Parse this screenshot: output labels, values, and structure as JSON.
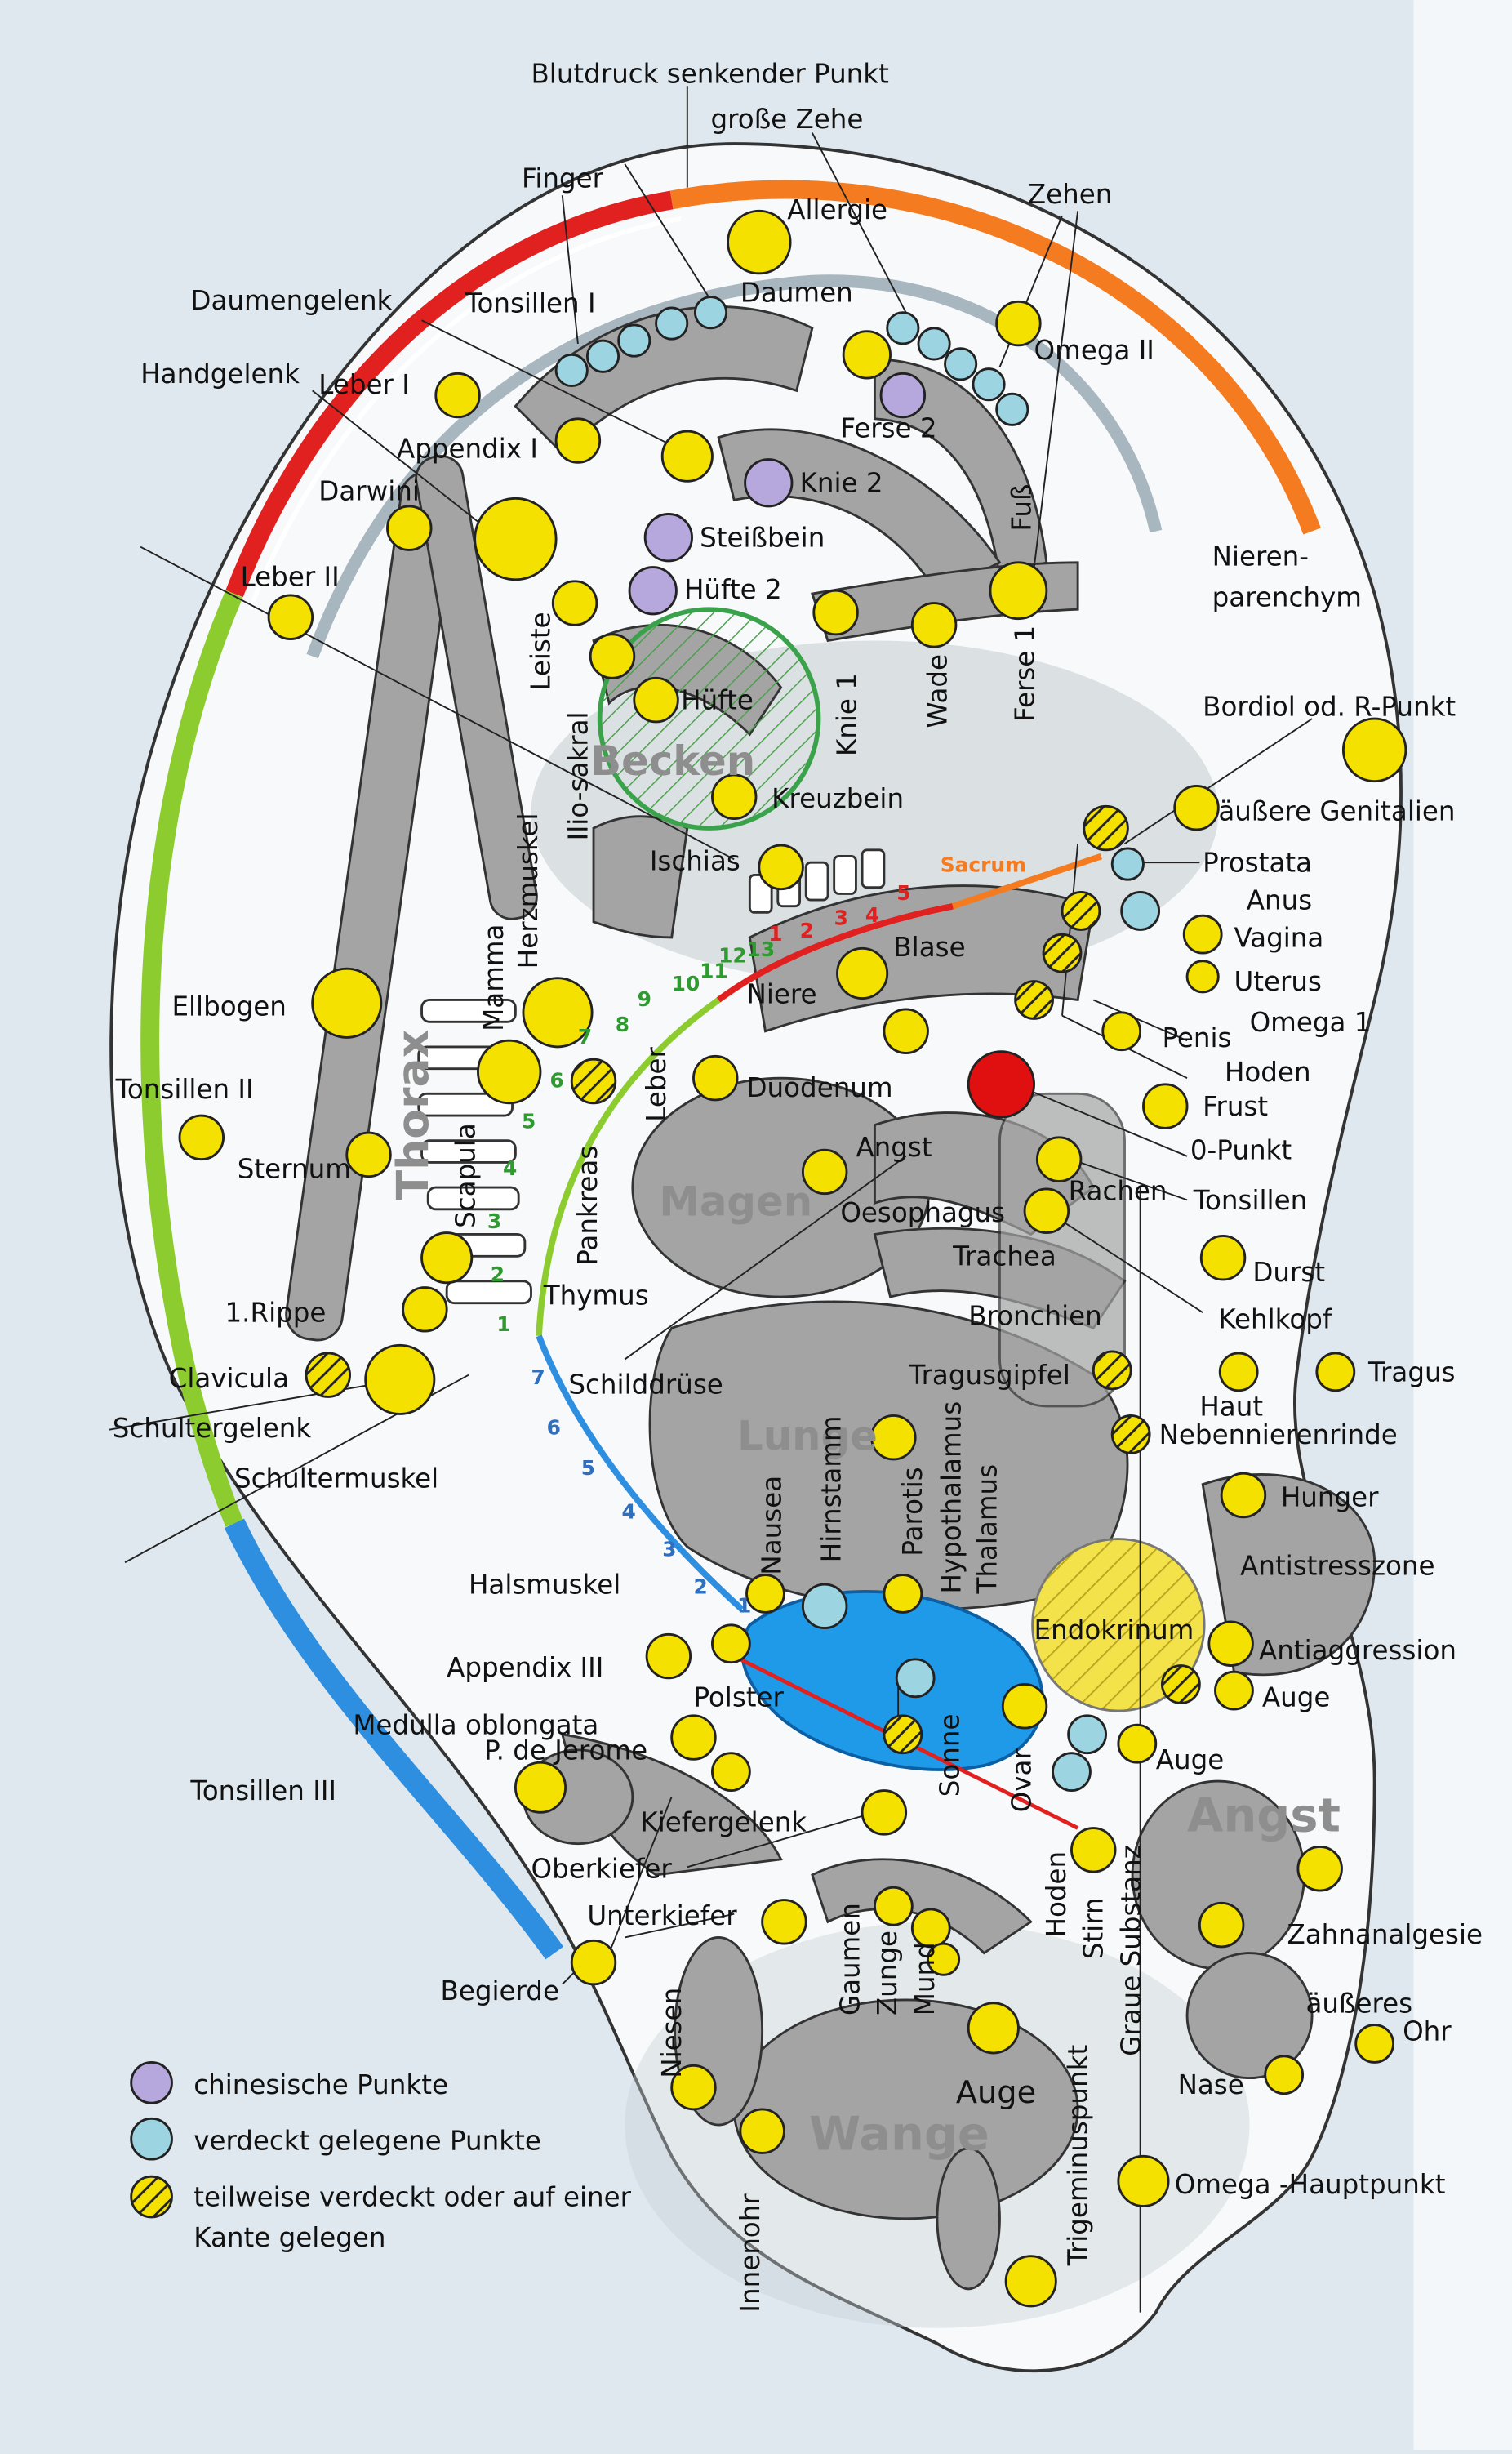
{
  "colors": {
    "point": "#f5e100",
    "point_outline": "#222222",
    "chinese": "#b6a8dc",
    "hidden": "#9dd4e2",
    "omega_point": "#e01010",
    "segment_red": "#e12020",
    "segment_orange": "#f47b20",
    "segment_green": "#8ccc2e",
    "segment_blue": "#2e8fe0",
    "structure_gray": "#a4a4a4",
    "lungs_blue": "#1f9ae8"
  },
  "labels": {
    "blutdruck": "Blutdruck senkender Punkt",
    "grosse_zehe": "große Zehe",
    "finger": "Finger",
    "zehen": "Zehen",
    "allergie": "Allergie",
    "daumengelenk": "Daumengelenk",
    "tonsillen_1": "Tonsillen I",
    "daumen": "Daumen",
    "omega_2": "Omega II",
    "handgelenk": "Handgelenk",
    "leber_1": "Leber I",
    "ferse_2": "Ferse 2",
    "appendix_1": "Appendix I",
    "knie_2": "Knie 2",
    "darwini": "Darwini",
    "fuss": "Fuß",
    "steissbein": "Steißbein",
    "nierenparenchym_1": "Nieren-",
    "nierenparenchym_2": "parenchym",
    "leber_2": "Leber II",
    "huefte_2": "Hüfte 2",
    "leiste": "Leiste",
    "huefte": "Hüfte",
    "knie_1": "Knie 1",
    "wade": "Wade",
    "ferse_1": "Ferse 1",
    "bordiol": "Bordiol od. R-Punkt",
    "ilio_sakral": "Ilio-sakral",
    "kreuzbein": "Kreuzbein",
    "aeussere_genitalien": "äußere Genitalien",
    "herzmuskel": "Herzmuskel",
    "ischias": "Ischias",
    "sacrum": "Sacrum",
    "prostata": "Prostata",
    "anus": "Anus",
    "vagina": "Vagina",
    "mamma": "Mamma",
    "blase": "Blase",
    "uterus": "Uterus",
    "ellbogen": "Ellbogen",
    "niere": "Niere",
    "omega_1": "Omega 1",
    "thorax": "Thorax",
    "penis": "Penis",
    "hoden_upper": "Hoden",
    "tonsillen_2": "Tonsillen II",
    "leber_v": "Leber",
    "duodenum": "Duodenum",
    "frust": "Frust",
    "scapula": "Scapula",
    "sternum": "Sternum",
    "angst_small": "Angst",
    "o_punkt": "0-Punkt",
    "magen": "Magen",
    "rachen": "Rachen",
    "oesophagus": "Oesophagus",
    "tonsillen": "Tonsillen",
    "pankreas": "Pankreas",
    "trachea": "Trachea",
    "durst": "Durst",
    "thymus": "Thymus",
    "kehlkopf": "Kehlkopf",
    "rippe_1": "1.Rippe",
    "bronchien": "Bronchien",
    "clavicula": "Clavicula",
    "schilddruese": "Schilddrüse",
    "tragusgipfel": "Tragusgipfel",
    "haut": "Haut",
    "tragus": "Tragus",
    "schultergelenk": "Schultergelenk",
    "lunge": "Lunge",
    "nebennierenrinde": "Nebennierenrinde",
    "schultermuskel": "Schultermuskel",
    "hunger": "Hunger",
    "nausea": "Nausea",
    "hirnstamm": "Hirnstamm",
    "parotis": "Parotis",
    "hypothalamus": "Hypothalamus",
    "thalamus": "Thalamus",
    "antistresszone": "Antistresszone",
    "halsmuskel": "Halsmuskel",
    "endokrinum": "Endokrinum",
    "appendix_3": "Appendix III",
    "antiaggression": "Antiaggression",
    "polster": "Polster",
    "auge_r1": "Auge",
    "medulla": "Medulla oblongata",
    "p_de_jerome": "P. de Jerome",
    "auge_r2": "Auge",
    "sonne": "Sonne",
    "ovar": "Ovar",
    "tonsillen_3": "Tonsillen III",
    "angst_big": "Angst",
    "kiefergelenk": "Kiefergelenk",
    "oberkiefer": "Oberkiefer",
    "hoden_lower": "Hoden",
    "stirn": "Stirn",
    "graue_substanz": "Graue Substanz",
    "zahnanalgesie": "Zahnanalgesie",
    "unterkiefer": "Unterkiefer",
    "gaumen": "Gaumen",
    "zunge": "Zunge",
    "mund": "Mund",
    "begierde": "Begierde",
    "aeusseres": "äußeres",
    "ohr": "Ohr",
    "niesen": "Niesen",
    "auge_low": "Auge",
    "trigeminuspunkt": "Trigeminuspunkt",
    "nase": "Nase",
    "wange": "Wange",
    "omega_hauptpunkt": "Omega -Hauptpunkt",
    "innenohr": "Innenohr",
    "becken": "Becken"
  },
  "rib_numbers": [
    "1",
    "2",
    "3",
    "4",
    "5",
    "6",
    "7",
    "8",
    "9",
    "10",
    "11",
    "12",
    "13"
  ],
  "sacral_numbers": [
    "1",
    "2",
    "3",
    "4",
    "5"
  ],
  "cervical_numbers": [
    "1",
    "2",
    "3",
    "4",
    "5",
    "6",
    "7"
  ],
  "legend": {
    "chinese": "chinesische Punkte",
    "hidden": "verdeckt gelegene Punkte",
    "partial_1": "teilweise verdeckt oder auf einer",
    "partial_2": "Kante gelegen"
  }
}
